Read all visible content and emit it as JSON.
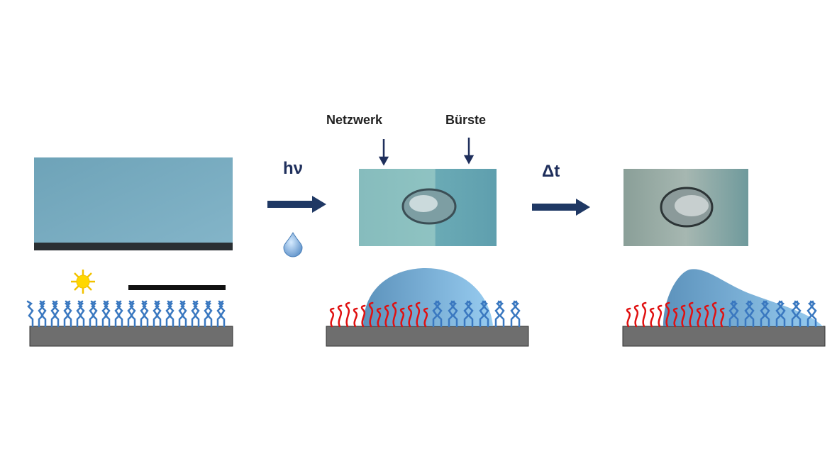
{
  "labels": {
    "network": "Netzwerk",
    "brush": "Bürste",
    "light": "hν",
    "time": "Δt"
  },
  "colors": {
    "arrow": "#1f3864",
    "brush_blue": "#3a78c0",
    "brush_red": "#e01010",
    "substrate": "#6e6e6e",
    "droplet": "#6aa8d8"
  }
}
